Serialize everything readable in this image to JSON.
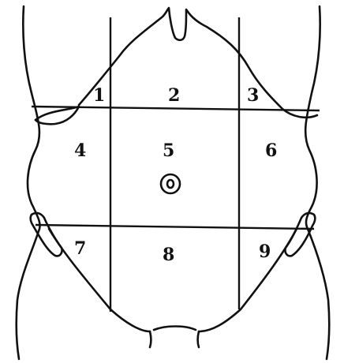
{
  "diagram": {
    "regions": [
      {
        "label": "1"
      },
      {
        "label": "2"
      },
      {
        "label": "3"
      },
      {
        "label": "4"
      },
      {
        "label": "5"
      },
      {
        "label": "6"
      },
      {
        "label": "7"
      },
      {
        "label": "8"
      },
      {
        "label": "9"
      }
    ],
    "colors": {
      "ink": "#111111",
      "background": "#ffffff"
    }
  }
}
